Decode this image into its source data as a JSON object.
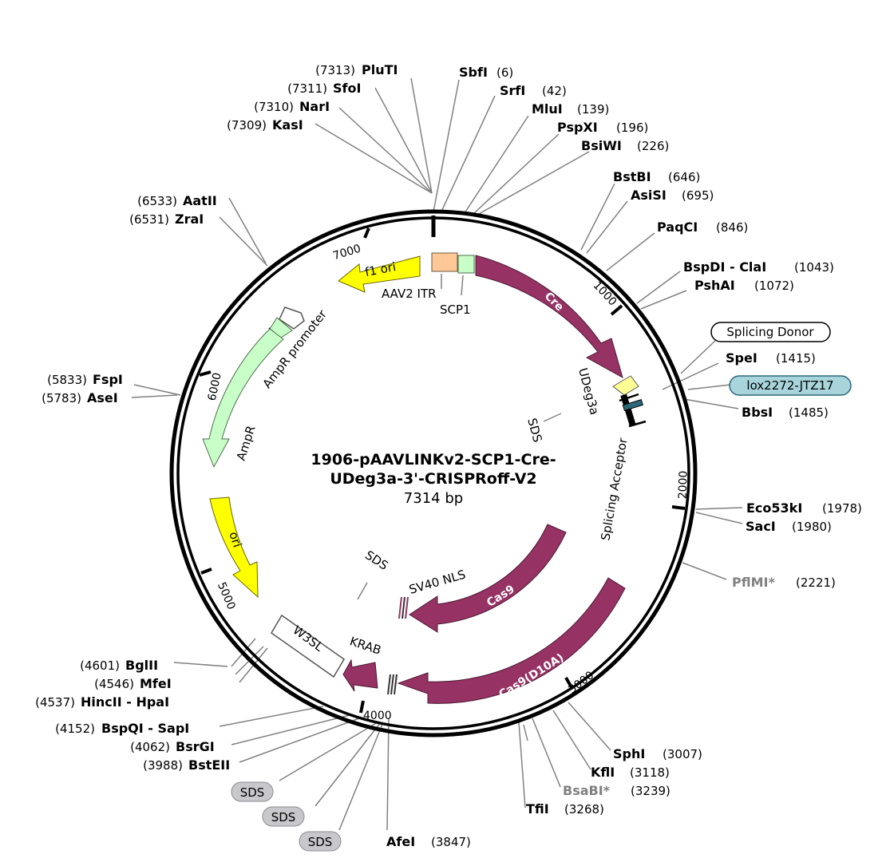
{
  "plasmid": {
    "name_line1": "1906-pAAVLINKv2-SCP1-Cre-",
    "name_line2": "UDeg3a-3'-CRISPRoff-V2",
    "size": "7314 bp"
  },
  "ticks": [
    "1000",
    "2000",
    "3000",
    "4000",
    "5000",
    "6000",
    "7000"
  ],
  "enzymes": [
    {
      "name": "SbfI",
      "pos": "(6)"
    },
    {
      "name": "SrfI",
      "pos": "(42)"
    },
    {
      "name": "MluI",
      "pos": "(139)"
    },
    {
      "name": "PspXI",
      "pos": "(196)"
    },
    {
      "name": "BsiWI",
      "pos": "(226)"
    },
    {
      "name": "BstBI",
      "pos": "(646)"
    },
    {
      "name": "AsiSI",
      "pos": "(695)"
    },
    {
      "name": "PaqCI",
      "pos": "(846)"
    },
    {
      "name": "BspDI - ClaI",
      "pos": "(1043)"
    },
    {
      "name": "PshAI",
      "pos": "(1072)"
    },
    {
      "name": "SpeI",
      "pos": "(1415)"
    },
    {
      "name": "BbsI",
      "pos": "(1485)"
    },
    {
      "name": "Eco53kI",
      "pos": "(1978)"
    },
    {
      "name": "SacI",
      "pos": "(1980)"
    },
    {
      "name": "PflMI*",
      "pos": "(2221)"
    },
    {
      "name": "SphI",
      "pos": "(3007)"
    },
    {
      "name": "KflI",
      "pos": "(3118)"
    },
    {
      "name": "BsaBI*",
      "pos": "(3239)"
    },
    {
      "name": "TfiI",
      "pos": "(3268)"
    },
    {
      "name": "AfeI",
      "pos": "(3847)"
    },
    {
      "name": "BstEII",
      "pos": "(3988)"
    },
    {
      "name": "BsrGI",
      "pos": "(4062)"
    },
    {
      "name": "BspQI - SapI",
      "pos": "(4152)"
    },
    {
      "name": "HincII - HpaI",
      "pos": "(4537)"
    },
    {
      "name": "MfeI",
      "pos": "(4546)"
    },
    {
      "name": "BglII",
      "pos": "(4601)"
    },
    {
      "name": "AseI",
      "pos": "(5783)"
    },
    {
      "name": "FspI",
      "pos": "(5833)"
    },
    {
      "name": "ZraI",
      "pos": "(6531)"
    },
    {
      "name": "AatII",
      "pos": "(6533)"
    },
    {
      "name": "KasI",
      "pos": "(7309)"
    },
    {
      "name": "NarI",
      "pos": "(7310)"
    },
    {
      "name": "SfoI",
      "pos": "(7311)"
    },
    {
      "name": "PluTI",
      "pos": "(7313)"
    }
  ],
  "features": {
    "f1_ori": "f1 ori",
    "aav2_itr": "AAV2 ITR",
    "scp1": "SCP1",
    "cre": "Cre",
    "udeg3a": "UDeg3a",
    "splicing_acceptor": "Splicing Acceptor",
    "sds": "SDS",
    "ampr_promoter": "AmpR promoter",
    "ampr": "AmpR",
    "ori": "ori",
    "cas9": "Cas9",
    "sv40_nls": "SV40 NLS",
    "cas9_d10a": "Cas9(D10A)",
    "krab": "KRAB",
    "w3sl": "W3SL"
  },
  "callouts": {
    "splicing_donor": "Splicing Donor",
    "lox": "lox2272-JTZ17",
    "sds_pill": "SDS"
  },
  "colors": {
    "cre_cas9": "#963264",
    "ori_yellow": "#ffff00",
    "ampr_green": "#c8ffc8",
    "lox_blue": "#a8d4dc",
    "itr_orange": "#ffc896",
    "grey_pill": "#c8c8cc"
  }
}
